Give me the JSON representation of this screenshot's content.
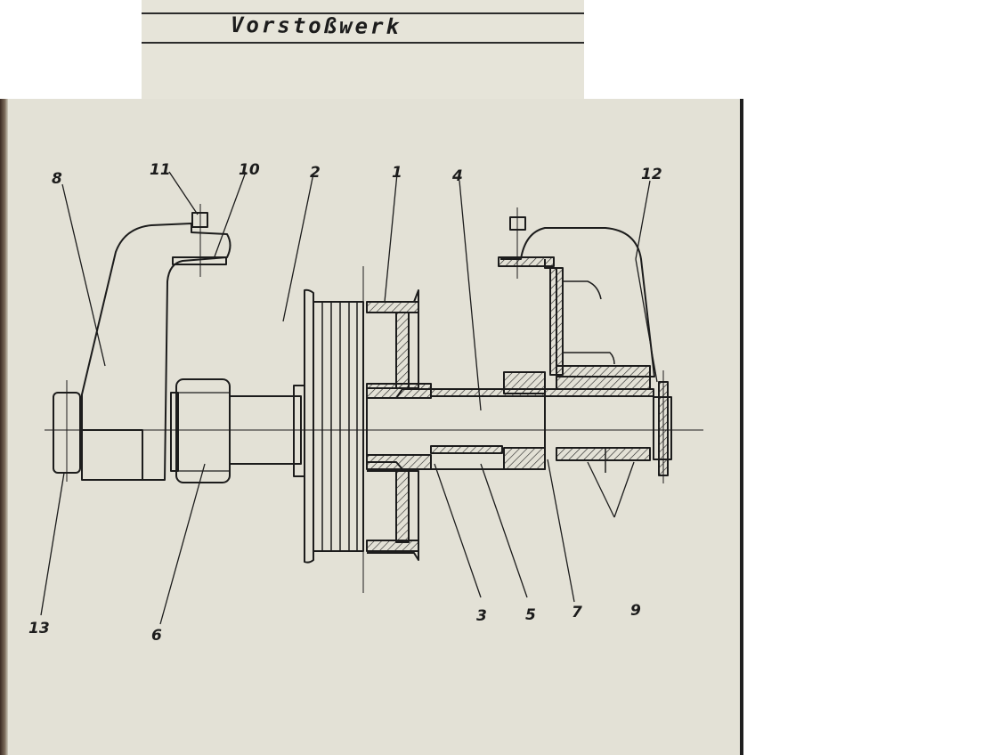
{
  "title": "Vorstoßwerk",
  "labels": {
    "l1": "1",
    "l2": "2",
    "l3": "3",
    "l4": "4",
    "l5": "5",
    "l6": "6",
    "l7": "7",
    "l8": "8",
    "l9": "9",
    "l10": "10",
    "l11": "11",
    "l12": "12",
    "l13": "13"
  },
  "colors": {
    "paper": "#e3e1d6",
    "ink": "#1c1c1c"
  }
}
